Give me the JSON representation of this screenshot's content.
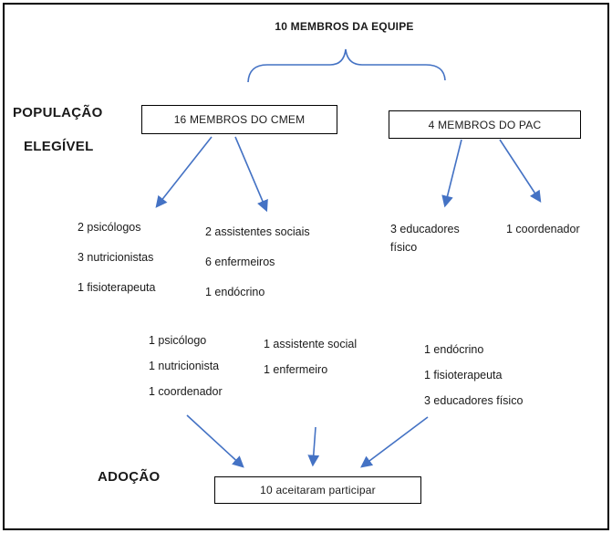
{
  "diagram": {
    "title": "10 MEMBROS DA EQUIPE",
    "labels": {
      "population_line1": "POPULAÇÃO",
      "population_line2": "ELEGÍVEL",
      "adoption": "ADOÇÃO"
    },
    "boxes": {
      "cmem": "16 MEMBROS DO CMEM",
      "pac": "4 MEMBROS DO PAC",
      "result": "10 aceitaram participar"
    },
    "lists": {
      "cmem_left": [
        "2 psicólogos",
        "3 nutricionistas",
        "1 fisioterapeuta"
      ],
      "cmem_right": [
        "2 assistentes sociais",
        "6 enfermeiros",
        "1 endócrino"
      ],
      "pac_left": [
        "3 educadores",
        "físico"
      ],
      "pac_right": [
        "1 coordenador"
      ],
      "adopt_group1": [
        "1 psicólogo",
        "1 nutricionista",
        "1 coordenador"
      ],
      "adopt_group2": [
        "1 assistente social",
        "1 enfermeiro"
      ],
      "adopt_group3": [
        "1 endócrino",
        "1 fisioterapeuta",
        "3 educadores físico"
      ]
    },
    "colors": {
      "arrow": "#4472C4",
      "border": "#000000"
    }
  }
}
